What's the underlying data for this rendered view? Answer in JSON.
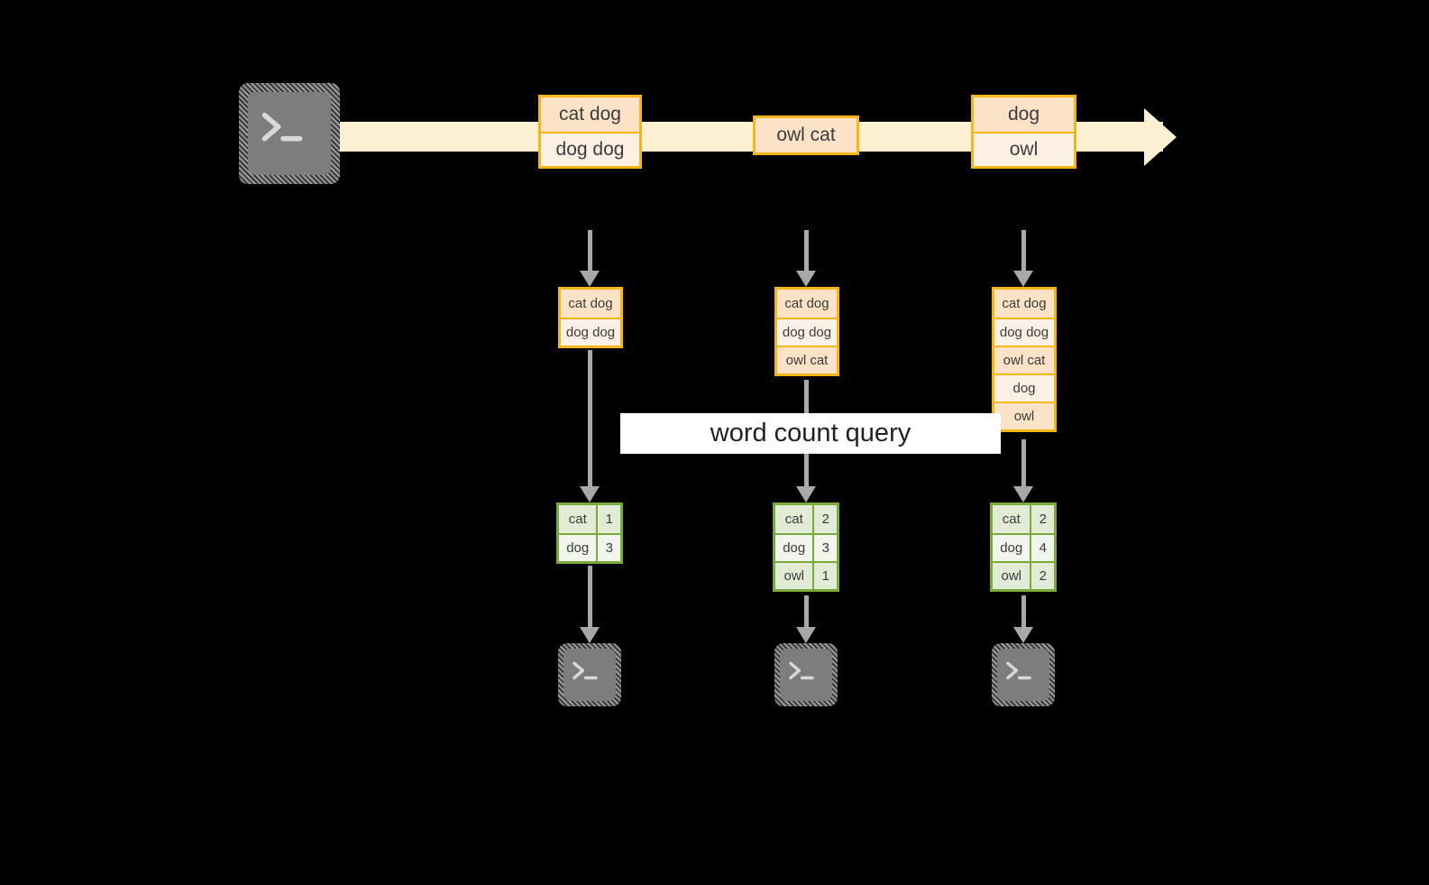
{
  "diagram": {
    "title_label": "word count query",
    "colors": {
      "stream_band": "#fdf0d2",
      "record_border": "#f5b717",
      "record_fill_dark": "#fce2c6",
      "record_fill_light": "#fdf0e5",
      "result_border": "#7aab3a",
      "result_fill_dark": "#e2ebd6",
      "result_fill_light": "#f1f5ec",
      "connector": "#a8a8a8",
      "terminal_fill": "#7d7d7d",
      "background": "#000000",
      "label_background": "#ffffff"
    },
    "source_terminal": {
      "icon": "terminal-prompt-icon",
      "glyph": ">_"
    },
    "stream": {
      "groups": [
        {
          "id": "group-1",
          "rows": [
            {
              "text": "cat dog",
              "shade": "dark"
            },
            {
              "text": "dog dog",
              "shade": "light"
            }
          ]
        },
        {
          "id": "group-2",
          "rows": [
            {
              "text": "owl cat",
              "shade": "dark"
            }
          ]
        },
        {
          "id": "group-3",
          "rows": [
            {
              "text": "dog",
              "shade": "dark"
            },
            {
              "text": "owl",
              "shade": "light"
            }
          ]
        }
      ]
    },
    "snapshots": [
      {
        "id": "snapshot-1",
        "records": [
          {
            "text": "cat dog",
            "shade": "dark"
          },
          {
            "text": "dog dog",
            "shade": "light"
          }
        ],
        "results": {
          "rows": [
            {
              "word": "cat",
              "count": "1",
              "shade": "dark"
            },
            {
              "word": "dog",
              "count": "3",
              "shade": "light"
            }
          ]
        },
        "sink": {
          "icon": "terminal-prompt-icon",
          "glyph": ">_"
        }
      },
      {
        "id": "snapshot-2",
        "records": [
          {
            "text": "cat dog",
            "shade": "dark"
          },
          {
            "text": "dog dog",
            "shade": "light"
          },
          {
            "text": "owl cat",
            "shade": "dark"
          }
        ],
        "results": {
          "rows": [
            {
              "word": "cat",
              "count": "2",
              "shade": "dark"
            },
            {
              "word": "dog",
              "count": "3",
              "shade": "light"
            },
            {
              "word": "owl",
              "count": "1",
              "shade": "dark"
            }
          ]
        },
        "sink": {
          "icon": "terminal-prompt-icon",
          "glyph": ">_"
        }
      },
      {
        "id": "snapshot-3",
        "records": [
          {
            "text": "cat dog",
            "shade": "dark"
          },
          {
            "text": "dog dog",
            "shade": "light"
          },
          {
            "text": "owl cat",
            "shade": "dark"
          },
          {
            "text": "dog",
            "shade": "light"
          },
          {
            "text": "owl",
            "shade": "dark"
          }
        ],
        "results": {
          "rows": [
            {
              "word": "cat",
              "count": "2",
              "shade": "dark"
            },
            {
              "word": "dog",
              "count": "4",
              "shade": "light"
            },
            {
              "word": "owl",
              "count": "2",
              "shade": "dark"
            }
          ]
        },
        "sink": {
          "icon": "terminal-prompt-icon",
          "glyph": ">_"
        }
      }
    ]
  }
}
